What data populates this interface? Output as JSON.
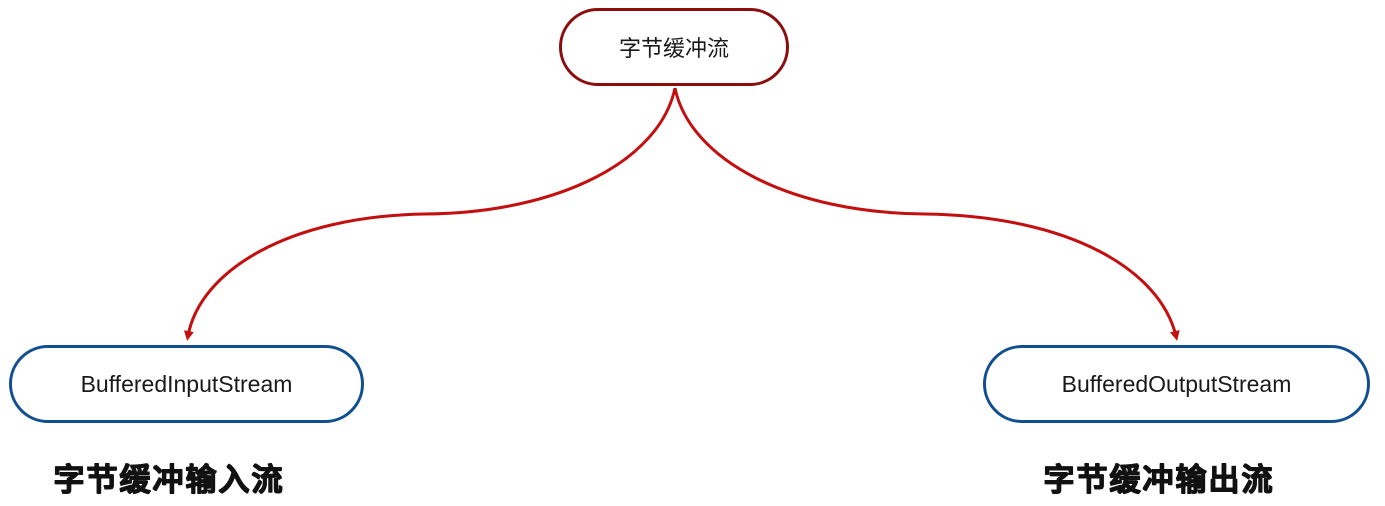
{
  "diagram": {
    "root": {
      "label": "字节缓冲流"
    },
    "children": [
      {
        "id": "input",
        "label": "BufferedInputStream",
        "caption": "字节缓冲输入流"
      },
      {
        "id": "output",
        "label": "BufferedOutputStream",
        "caption": "字节缓冲输出流"
      }
    ],
    "colors": {
      "root_border": "#8c0d0d",
      "child_border": "#124f90",
      "connector": "#c40f0f"
    }
  }
}
